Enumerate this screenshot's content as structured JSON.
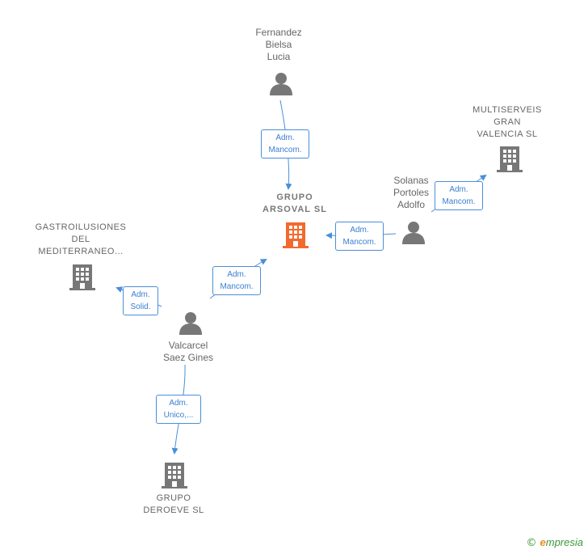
{
  "colors": {
    "main_company": "#f26a2e",
    "company": "#777777",
    "person": "#777777",
    "edge": "#4a8fd8"
  },
  "nodes": {
    "fernandez": {
      "type": "person",
      "label": "Fernandez\nBielsa\nLucia"
    },
    "grupo_arsoval": {
      "type": "company-main",
      "label": "GRUPO\nARSOVAL SL"
    },
    "multiserveis": {
      "type": "company",
      "label": "MULTISERVEIS\nGRAN\nVALENCIA SL"
    },
    "solanas": {
      "type": "person",
      "label": "Solanas\nPortoles\nAdolfo"
    },
    "gastroilusiones": {
      "type": "company",
      "label": "GASTROILUSIONES\nDEL\nMEDITERRANEO..."
    },
    "valcarcel": {
      "type": "person",
      "label": "Valcarcel\nSaez Gines"
    },
    "grupo_deroeve": {
      "type": "company",
      "label": "GRUPO\nDEROEVE SL"
    }
  },
  "edges": {
    "fernandez_to_arsoval": {
      "label": "Adm.\nMancom."
    },
    "solanas_to_multiserveis": {
      "label": "Adm.\nMancom."
    },
    "solanas_to_arsoval": {
      "label": "Adm.\nMancom."
    },
    "valcarcel_to_arsoval": {
      "label": "Adm.\nMancom."
    },
    "valcarcel_to_gastro": {
      "label": "Adm.\nSolid."
    },
    "valcarcel_to_deroeve": {
      "label": "Adm.\nUnico,..."
    }
  },
  "brand": {
    "copyright": "©",
    "e": "e",
    "rest": "mpresia"
  }
}
